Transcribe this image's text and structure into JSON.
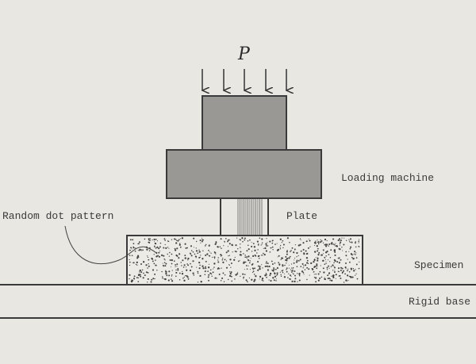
{
  "load_symbol": "P",
  "labels": {
    "loading_machine": "Loading machine",
    "plate": "Plate",
    "specimen": "Specimen",
    "rigid_base": "Rigid base",
    "random_dot_pattern": "Random dot pattern"
  },
  "colors": {
    "background": "#e9e7e1",
    "stroke": "#3a3a3a",
    "machine_fill": "#9a9894"
  }
}
